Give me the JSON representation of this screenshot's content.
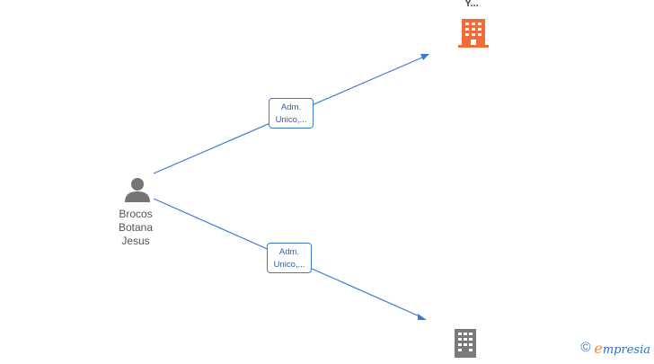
{
  "nodes": {
    "person": {
      "name_lines": [
        "Brocos",
        "Botana",
        "Jesus"
      ],
      "icon": "person-icon",
      "color": "#757575"
    },
    "company_top": {
      "name": "Y...",
      "icon": "building-icon",
      "color": "#f26b38"
    },
    "company_bottom": {
      "name": "",
      "icon": "building-icon",
      "color": "#7a7a7a"
    }
  },
  "edges": [
    {
      "from": "person",
      "to": "company_top",
      "label_lines": [
        "Adm.",
        "Unico,..."
      ]
    },
    {
      "from": "person",
      "to": "company_bottom",
      "label_lines": [
        "Adm.",
        "Unico,..."
      ]
    }
  ],
  "edge_color": "#3a7bd5",
  "brand": {
    "symbol": "©",
    "initial": "e",
    "rest": "mpresia"
  }
}
